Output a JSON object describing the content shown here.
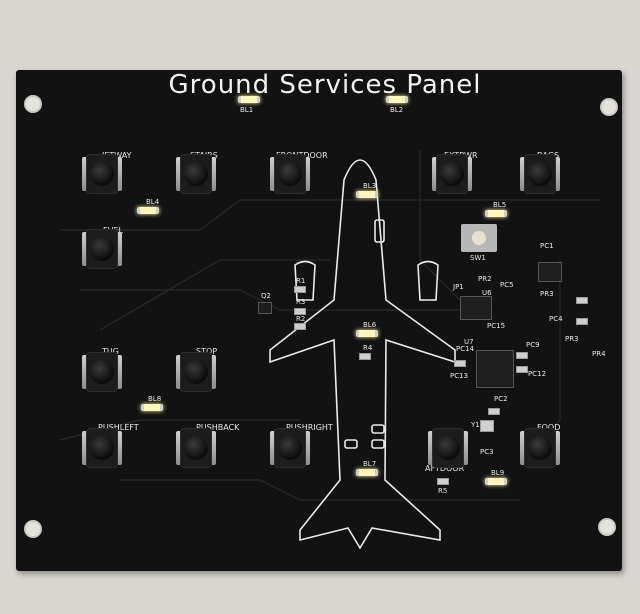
{
  "board": {
    "title": "Ground Services Panel",
    "buttons": [
      {
        "label": "JETWAY"
      },
      {
        "label": "STAIRS"
      },
      {
        "label": "FRONTDOOR"
      },
      {
        "label": "EXTPWR"
      },
      {
        "label": "BAGS"
      },
      {
        "label": "FUEL"
      },
      {
        "label": "TUG"
      },
      {
        "label": "STOP"
      },
      {
        "label": "PUSHLEFT"
      },
      {
        "label": "PUSHBACK"
      },
      {
        "label": "PUSHRIGHT"
      },
      {
        "label": "AFTDOOR"
      },
      {
        "label": "FOOD"
      }
    ],
    "leds": [
      "BL1",
      "BL2",
      "BL3",
      "BL4",
      "BL5",
      "BL6",
      "BL7",
      "BL8",
      "BL9"
    ],
    "components": [
      "SW1",
      "PC1",
      "PC2",
      "PC3",
      "PC4",
      "PC5",
      "PC9",
      "PC12",
      "PC13",
      "PC14",
      "PC15",
      "PR2",
      "PR3",
      "PR4",
      "JP1",
      "U6",
      "U7",
      "R1",
      "R2",
      "R3",
      "R4",
      "R5",
      "Q2",
      "Y1"
    ]
  }
}
